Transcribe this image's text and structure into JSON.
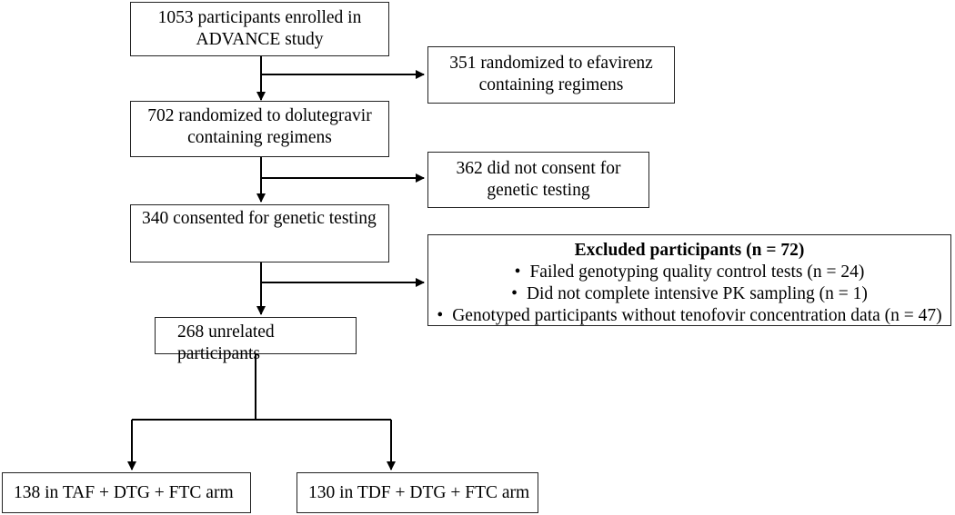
{
  "enrolled": {
    "line1": "1053 participants enrolled in",
    "line2": "ADVANCE study"
  },
  "efavirenz": {
    "line1": "351 randomized to efavirenz",
    "line2": "containing regimens"
  },
  "dolutegravir": {
    "line1": "702 randomized to dolutegravir",
    "line2": "containing regimens"
  },
  "no_consent": {
    "line1": "362 did not consent for",
    "line2": "genetic testing"
  },
  "consented": {
    "text": "340 consented for genetic testing"
  },
  "excluded": {
    "title": "Excluded  participants (n = 72)",
    "items": [
      "Failed genotyping quality control tests (n = 24)",
      "Did not complete intensive PK sampling (n = 1)",
      "Genotyped participants without tenofovir concentration data (n = 47)"
    ],
    "bullet": "•"
  },
  "unrelated": {
    "text": "268 unrelated participants"
  },
  "arm_taf": {
    "text": "138 in TAF + DTG + FTC arm"
  },
  "arm_tdf": {
    "text": "130 in TDF + DTG + FTC arm"
  }
}
